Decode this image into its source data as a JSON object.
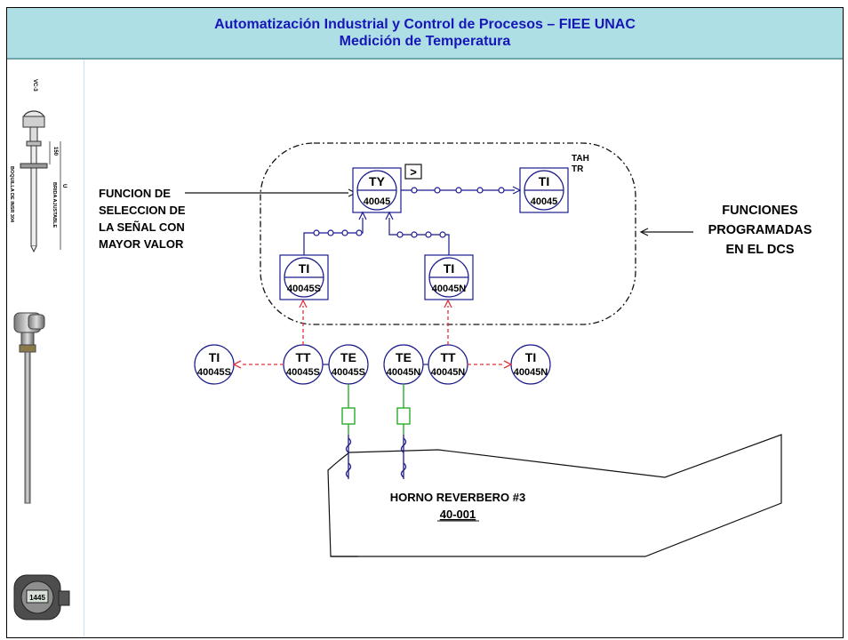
{
  "header": {
    "title_line1": "Automatización Industrial y Control de Procesos – FIEE UNAC",
    "title_line2": "Medición de Temperatura"
  },
  "colors": {
    "header_bg": "#aedfe5",
    "title_text": "#1717b8",
    "instrument_line": "#1a1a8c",
    "signal_dashed": "#e0303a",
    "element_green": "#1aa81a"
  },
  "sidebar": {
    "thermowell_label_code": "VC-3",
    "thermowell_label_boquilla": "BOQUILLA DE INSR 304",
    "thermowell_label_brida": "BRIDA AJUSTABLE",
    "thermowell_dim_150": "150",
    "thermowell_dim_u": "U",
    "transmitter_display": "1445"
  },
  "diagram": {
    "annotation_left": [
      "FUNCION DE",
      "SELECCION DE",
      "LA SEÑAL CON",
      "MAYOR VALOR"
    ],
    "annotation_right": [
      "FUNCIONES",
      "PROGRAMADAS",
      "EN EL DCS"
    ],
    "high_select_symbol": ">",
    "alarm_label_1": "TAH",
    "alarm_label_2": "TR",
    "dcs_blocks": {
      "ty": {
        "tag": "TY",
        "number": "40045"
      },
      "ti_main": {
        "tag": "TI",
        "number": "40045"
      },
      "ti_s": {
        "tag": "TI",
        "number": "40045S"
      },
      "ti_n": {
        "tag": "TI",
        "number": "40045N"
      }
    },
    "field_instruments": {
      "ti_s": {
        "tag": "TI",
        "number": "40045S"
      },
      "tt_s": {
        "tag": "TT",
        "number": "40045S"
      },
      "te_s": {
        "tag": "TE",
        "number": "40045S"
      },
      "te_n": {
        "tag": "TE",
        "number": "40045N"
      },
      "tt_n": {
        "tag": "TT",
        "number": "40045N"
      },
      "ti_n": {
        "tag": "TI",
        "number": "40045N"
      }
    },
    "furnace_name": "HORNO REVERBERO #3",
    "furnace_tag": "40-001"
  }
}
